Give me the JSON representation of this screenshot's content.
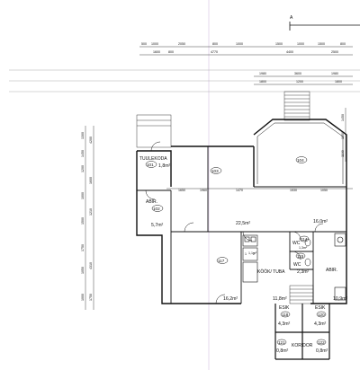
{
  "section_marker": "A",
  "top_dims_row1": [
    "500",
    "1000",
    "2050",
    "800",
    "1000",
    "1500",
    "1000",
    "1500",
    "800"
  ],
  "top_dims_row2": [
    "1600",
    "800",
    "4770",
    "4400",
    "2500"
  ],
  "top_dims_row3": [
    "1980",
    "3600",
    "1980"
  ],
  "top_dims_row4": [
    "1800",
    "1200",
    "1800"
  ],
  "left_dims": [
    "1300",
    "1450",
    "1200",
    "1000",
    "1500",
    "4200",
    "1600",
    "1210",
    "1750",
    "1050",
    "1000",
    "4310",
    "1750"
  ],
  "mid_dims": [
    "1650",
    "1960",
    "1470",
    "1530",
    "1050"
  ],
  "right_dims": [
    "1450",
    "1800",
    "1100"
  ],
  "rooms": [
    {
      "id": "tuulekoda",
      "name": "TUULEKODA",
      "number": "101",
      "area": "1,8m²"
    },
    {
      "id": "abir102",
      "name": "ABIR.",
      "number": "102",
      "area": "5,7m²"
    },
    {
      "id": "r103",
      "name": "",
      "number": "103",
      "area": "22,5m²"
    },
    {
      "id": "r104",
      "name": "",
      "number": "104",
      "area": "16,0m²"
    },
    {
      "id": "wc114",
      "name": "WC",
      "number": "114",
      "area": ""
    },
    {
      "id": "wc115",
      "name": "WC",
      "number": "115",
      "area": "2,3m²"
    },
    {
      "id": "kook",
      "name": "KÖÖK/ TUBA",
      "number": "116",
      "area": ""
    },
    {
      "id": "r117",
      "name": "",
      "number": "117",
      "area": "16,2m²"
    },
    {
      "id": "abir_r",
      "name": "ABIR.",
      "number": "",
      "area": ""
    },
    {
      "id": "esik118",
      "name": "ESIK",
      "number": "118",
      "area": "4,3m²"
    },
    {
      "id": "esik120",
      "name": "ESIK",
      "number": "120",
      "area": "4,3m²"
    },
    {
      "id": "r121",
      "name": "",
      "number": "121",
      "area": "0,8m²"
    },
    {
      "id": "r122",
      "name": "",
      "number": "122",
      "area": "0,8m²"
    },
    {
      "id": "koridor",
      "name": "KORIDOR",
      "number": "",
      "area": ""
    }
  ],
  "extra_areas": {
    "sauna_area": "1,1m²",
    "hall_area": "11,8m²",
    "right_area": "10,9m²",
    "room114_area": "1,3m²"
  },
  "small_numbers": {
    "n1": "1",
    "n2": "2"
  }
}
